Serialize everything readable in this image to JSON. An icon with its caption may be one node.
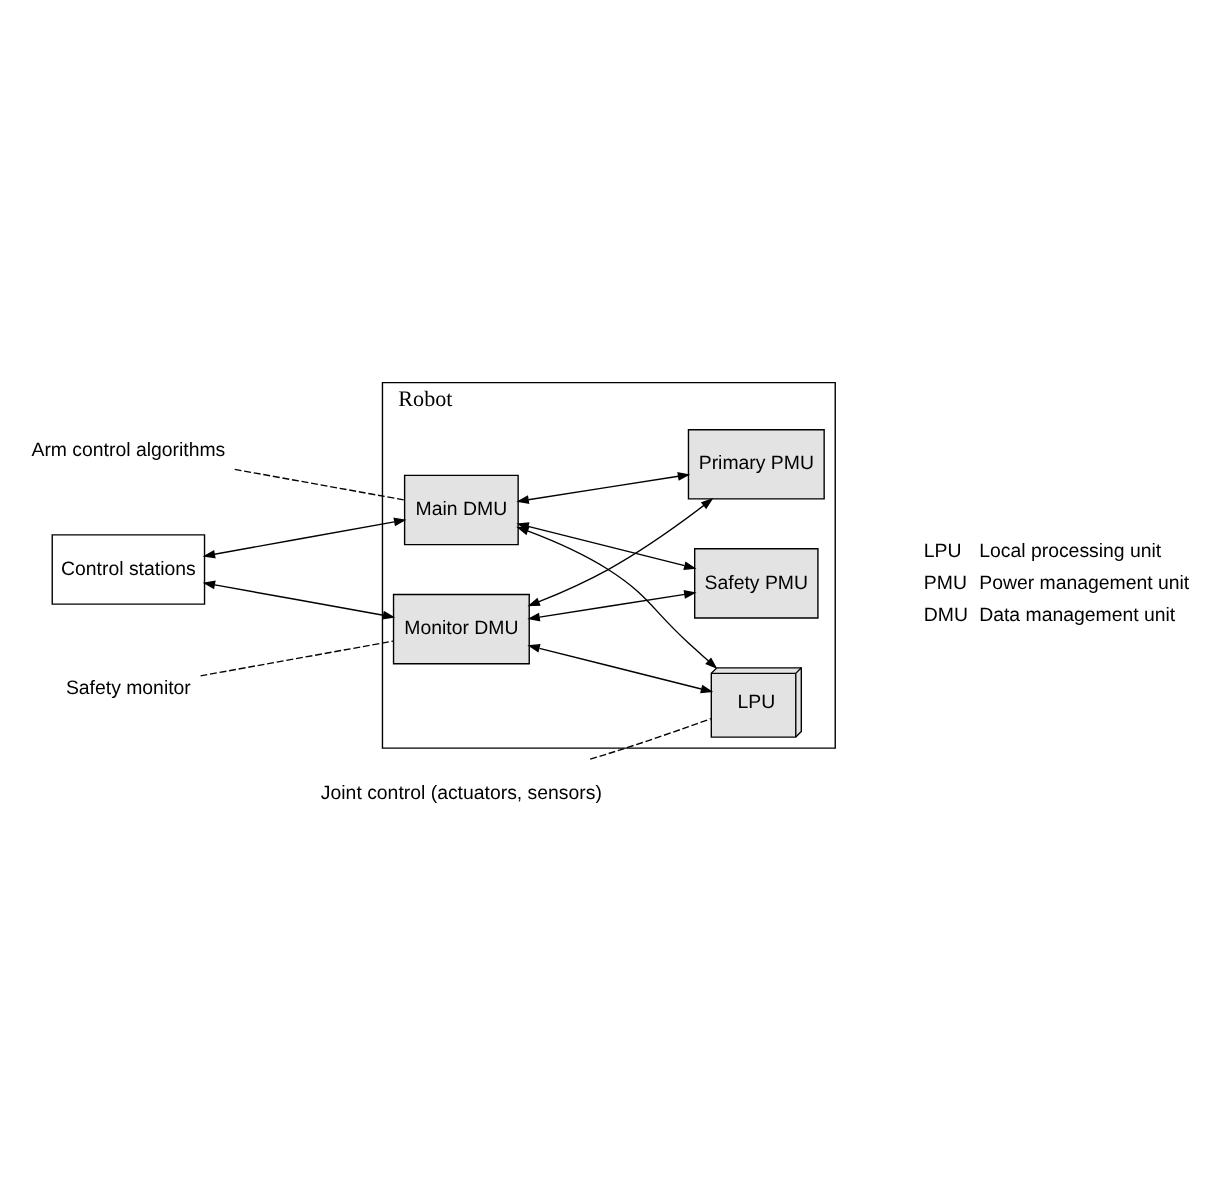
{
  "diagram": {
    "nodes": [
      {
        "text": [
          "Robot"
        ]
      },
      {
        "text": [
          "LPU"
        ],
        "in": 0
      },
      {
        "text": [
          "Main DMU"
        ],
        "in": 0
      },
      {
        "text": [
          "Primary PMU"
        ],
        "in": 0
      },
      {
        "text": [
          "Monitor DMU"
        ],
        "in": 0
      },
      {
        "text": [
          "Safety PMU"
        ],
        "in": 0
      },
      {
        "text": [
          "Control stations"
        ]
      },
      {
        "text": [
          "Arm control algorithms"
        ]
      },
      {
        "text": [
          "Joint control (actuators, sensors)"
        ]
      },
      {
        "text": [
          "Safety monitor"
        ]
      }
    ],
    "edges": [
      {
        "from": 6,
        "to": 2,
        "arrow": "both"
      },
      {
        "from": 6,
        "to": 4,
        "arrow": "both"
      },
      {
        "from": 2,
        "to": 1,
        "arrow": "both"
      },
      {
        "from": 2,
        "to": 3,
        "arrow": "both"
      },
      {
        "from": 2,
        "to": 5,
        "arrow": "both"
      },
      {
        "from": 4,
        "to": 1,
        "arrow": "both"
      },
      {
        "from": 4,
        "to": 3,
        "arrow": "both"
      },
      {
        "from": 4,
        "to": 5,
        "arrow": "both"
      },
      {
        "from": 7,
        "to": 2,
        "arrow": "none",
        "style": "dashed"
      },
      {
        "from": 8,
        "to": 1,
        "arrow": "none",
        "style": "dashed"
      },
      {
        "from": 9,
        "to": 4,
        "arrow": "none",
        "style": "dashed"
      }
    ],
    "labels": [
      "LPU",
      "Local processing unit",
      "PMU",
      "Power management unit",
      "DMU",
      "Data management unit"
    ]
  }
}
